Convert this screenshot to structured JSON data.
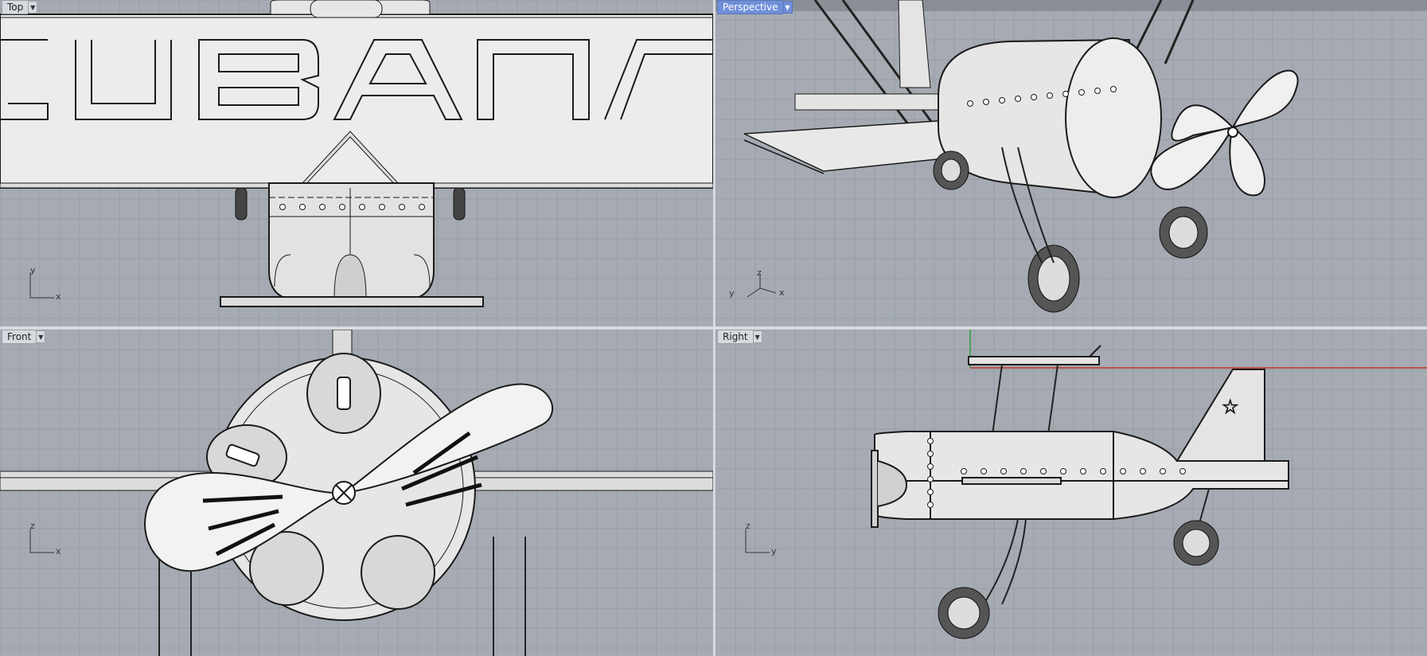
{
  "viewports": {
    "top": {
      "title": "Top",
      "axes": [
        "y",
        "x"
      ]
    },
    "persp": {
      "title": "Perspective",
      "axes": [
        "z",
        "y",
        "x"
      ]
    },
    "front": {
      "title": "Front",
      "axes": [
        "z",
        "x"
      ]
    },
    "right": {
      "title": "Right",
      "axes": [
        "z",
        "y"
      ]
    }
  },
  "model_lettering": "CUBANA",
  "icons": {
    "viewport_menu": "dropdown-arrow-icon"
  },
  "colors": {
    "viewport_bg": "#a6abb3",
    "grid_line": "#979ca5",
    "model_fill": "#eeeeee",
    "model_stroke": "#1a1a1a",
    "active_tab": "#6f8fd8",
    "x_axis": "#c0392b",
    "y_axis": "#2e9e3a"
  }
}
